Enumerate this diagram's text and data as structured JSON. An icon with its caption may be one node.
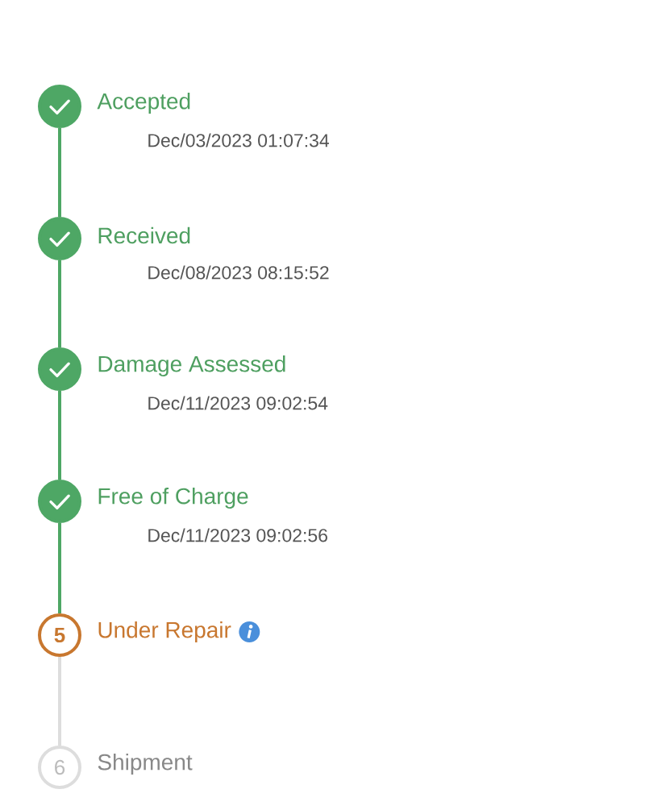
{
  "diagram": {
    "nodes": [
      {
        "text": [],
        "shape": "circle",
        "beside": [
          "Accepted",
          "Dec/03/2023 01:07:34"
        ]
      },
      {
        "text": [],
        "shape": "circle",
        "beside": [
          "Received",
          "Dec/08/2023 08:15:52"
        ]
      },
      {
        "text": [],
        "shape": "circle",
        "beside": [
          "Damage Assessed",
          "Dec/11/2023 09:02:54"
        ]
      },
      {
        "text": [],
        "shape": "circle",
        "beside": [
          "Free of Charge",
          "Dec/11/2023 09:02:56"
        ]
      },
      {
        "text": [
          "5"
        ],
        "beside": [
          "Under Repair"
        ]
      },
      {
        "text": [
          "6"
        ],
        "beside": [
          "Shipment"
        ]
      }
    ],
    "edges": [
      {
        "from": 0,
        "to": 1,
        "arrow": "none"
      },
      {
        "from": 1,
        "to": 2,
        "arrow": "none"
      },
      {
        "from": 2,
        "to": 3,
        "arrow": "none"
      },
      {
        "from": 3,
        "to": 4,
        "arrow": "none"
      },
      {
        "from": 4,
        "to": 5,
        "arrow": "none",
        "color": "#dddddd"
      }
    ]
  }
}
